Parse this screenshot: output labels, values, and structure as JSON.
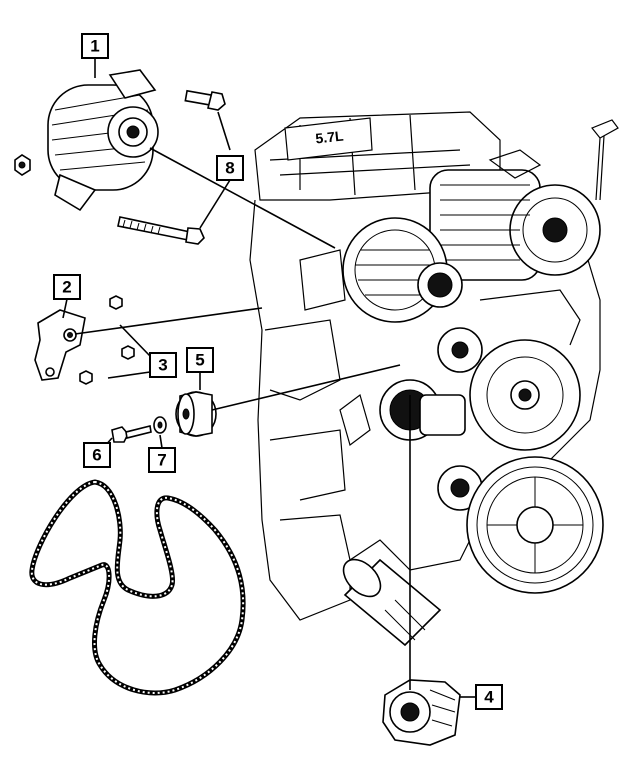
{
  "callouts": [
    {
      "id": "1",
      "label": "1"
    },
    {
      "id": "2",
      "label": "2"
    },
    {
      "id": "3",
      "label": "3"
    },
    {
      "id": "4",
      "label": "4"
    },
    {
      "id": "5",
      "label": "5"
    },
    {
      "id": "6",
      "label": "6"
    },
    {
      "id": "7",
      "label": "7"
    },
    {
      "id": "8",
      "label": "8"
    }
  ],
  "engine_badge": "5.7L",
  "colors": {
    "line": "#000000",
    "background": "#ffffff"
  }
}
